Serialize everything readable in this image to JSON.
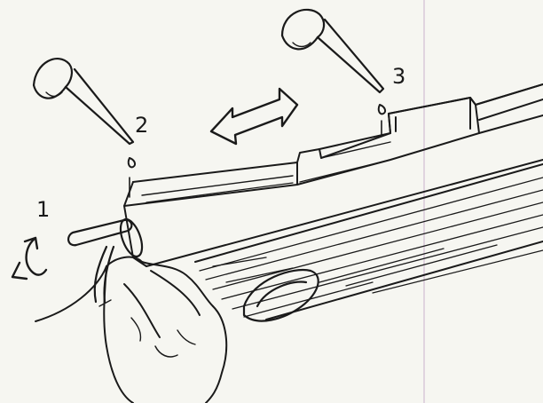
{
  "labels": {
    "step1": "1",
    "step2": "2",
    "step3": "3"
  },
  "icons": {
    "rotate": "curved-arrow-icon",
    "slide": "double-arrow-icon",
    "oiler": "oil-can-nozzle-icon",
    "drop": "oil-drop-icon"
  },
  "colors": {
    "ink": "#1a1a1a",
    "paper": "#f6f6f1"
  }
}
